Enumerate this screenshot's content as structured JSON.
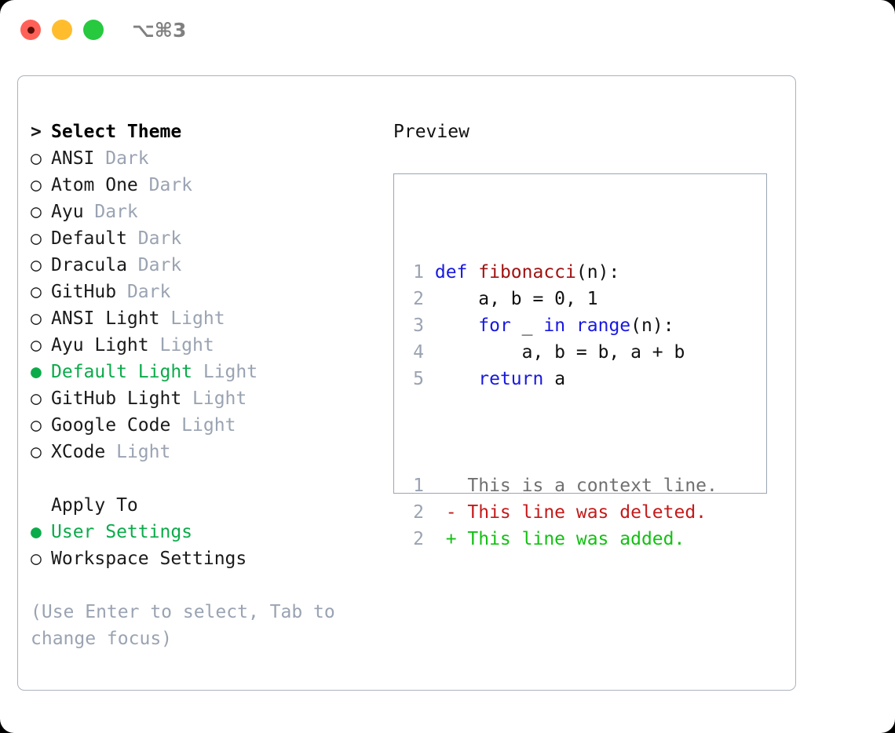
{
  "window": {
    "shortcut": "⌥⌘3",
    "traffic_lights": [
      {
        "name": "close",
        "color": "#ff6159"
      },
      {
        "name": "minimize",
        "color": "#ffbd2e"
      },
      {
        "name": "zoom",
        "color": "#27c93f"
      }
    ]
  },
  "theme_picker": {
    "header": "Select Theme",
    "header_marker": ">",
    "marker_unselected": "○",
    "marker_selected": "●",
    "accent_color": "#0bab4a",
    "muted_color": "#9aa3b2",
    "items": [
      {
        "label": "ANSI",
        "suffix": "Dark",
        "selected": false
      },
      {
        "label": "Atom One",
        "suffix": "Dark",
        "selected": false
      },
      {
        "label": "Ayu",
        "suffix": "Dark",
        "selected": false
      },
      {
        "label": "Default",
        "suffix": "Dark",
        "selected": false
      },
      {
        "label": "Dracula",
        "suffix": "Dark",
        "selected": false
      },
      {
        "label": "GitHub",
        "suffix": "Dark",
        "selected": false
      },
      {
        "label": "ANSI Light",
        "suffix": "Light",
        "selected": false
      },
      {
        "label": "Ayu Light",
        "suffix": "Light",
        "selected": false
      },
      {
        "label": "Default Light",
        "suffix": "Light",
        "selected": true
      },
      {
        "label": "GitHub Light",
        "suffix": "Light",
        "selected": false
      },
      {
        "label": "Google Code",
        "suffix": "Light",
        "selected": false
      },
      {
        "label": "XCode",
        "suffix": "Light",
        "selected": false
      }
    ]
  },
  "apply_to": {
    "title": "Apply To",
    "options": [
      {
        "label": "User Settings",
        "selected": true
      },
      {
        "label": "Workspace Settings",
        "selected": false
      }
    ]
  },
  "hint": "(Use Enter to select, Tab to change focus)",
  "preview": {
    "title": "Preview",
    "code_lines": [
      {
        "number": "1",
        "tokens": [
          {
            "t": "def ",
            "c": "kw"
          },
          {
            "t": "fibonacci",
            "c": "fn"
          },
          {
            "t": "(n):",
            "c": "plain"
          }
        ]
      },
      {
        "number": "2",
        "tokens": [
          {
            "t": "    a, b = 0, 1",
            "c": "plain"
          }
        ]
      },
      {
        "number": "3",
        "tokens": [
          {
            "t": "    ",
            "c": "plain"
          },
          {
            "t": "for",
            "c": "kw"
          },
          {
            "t": " _ ",
            "c": "plain"
          },
          {
            "t": "in",
            "c": "kw"
          },
          {
            "t": " ",
            "c": "plain"
          },
          {
            "t": "range",
            "c": "kw"
          },
          {
            "t": "(n):",
            "c": "plain"
          }
        ]
      },
      {
        "number": "4",
        "tokens": [
          {
            "t": "        a, b = b, a + b",
            "c": "plain"
          }
        ]
      },
      {
        "number": "5",
        "tokens": [
          {
            "t": "    ",
            "c": "plain"
          },
          {
            "t": "return",
            "c": "kw"
          },
          {
            "t": " a",
            "c": "plain"
          }
        ]
      }
    ],
    "diff_lines": [
      {
        "number": "1",
        "marker": " ",
        "text": "This is a context line.",
        "kind": "ctx"
      },
      {
        "number": "2",
        "marker": "-",
        "text": "This line was deleted.",
        "kind": "del"
      },
      {
        "number": "2",
        "marker": "+",
        "text": "This line was added.",
        "kind": "add"
      }
    ]
  }
}
